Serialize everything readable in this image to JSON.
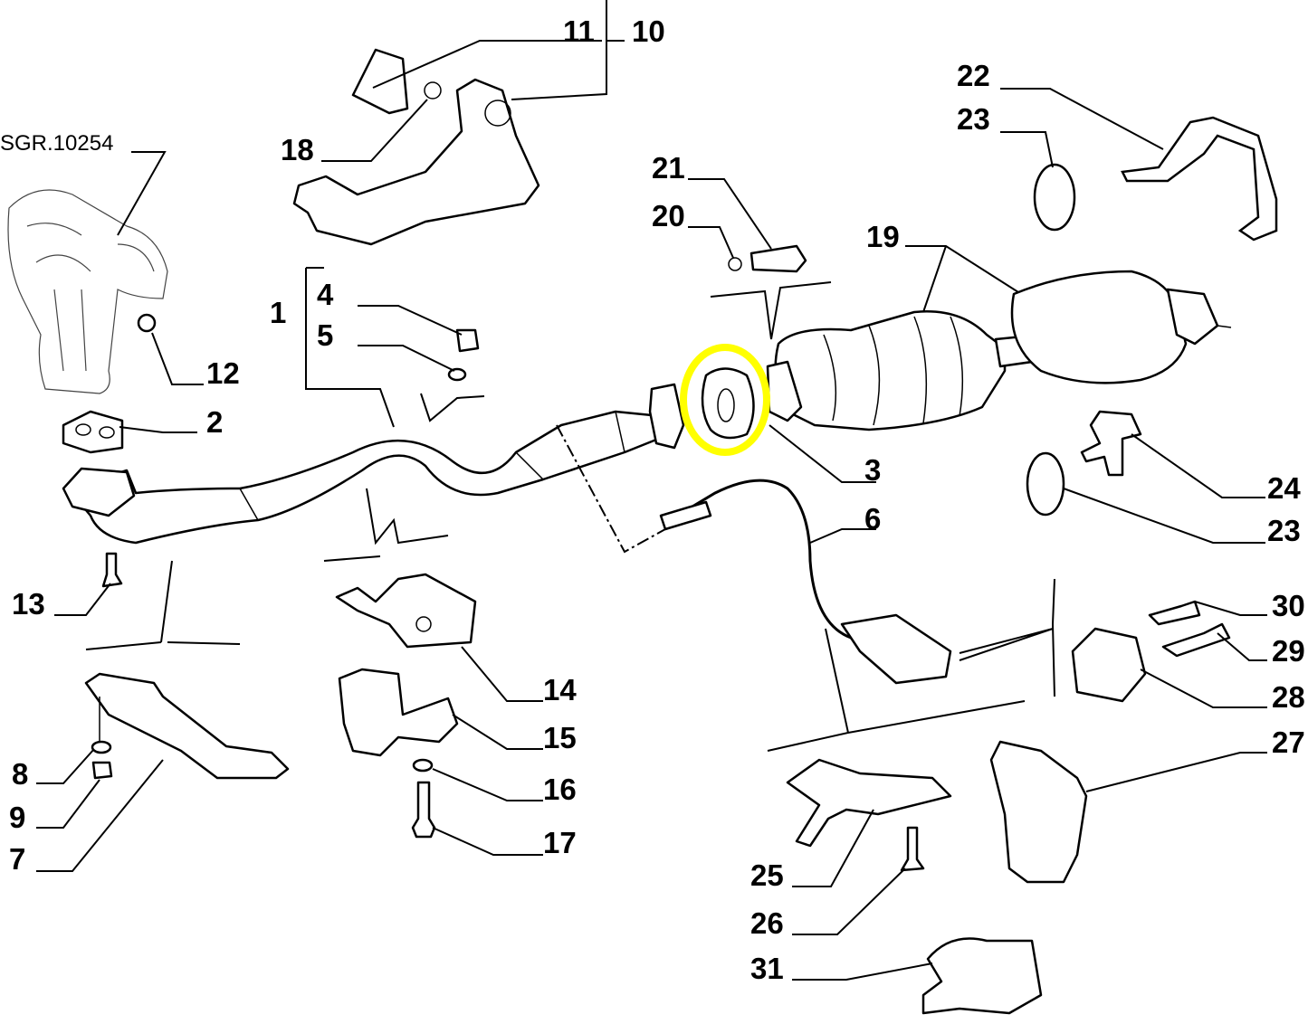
{
  "diagram": {
    "reference_code": "SGR.10254",
    "callouts": [
      "11",
      "10",
      "18",
      "22",
      "23",
      "21",
      "20",
      "19",
      "1",
      "4",
      "5",
      "12",
      "2",
      "3",
      "24",
      "6",
      "23",
      "13",
      "30",
      "29",
      "28",
      "27",
      "14",
      "15",
      "16",
      "17",
      "8",
      "9",
      "7",
      "25",
      "26",
      "31"
    ],
    "highlighted_part": "3",
    "highlight_color": "#ffff00"
  }
}
